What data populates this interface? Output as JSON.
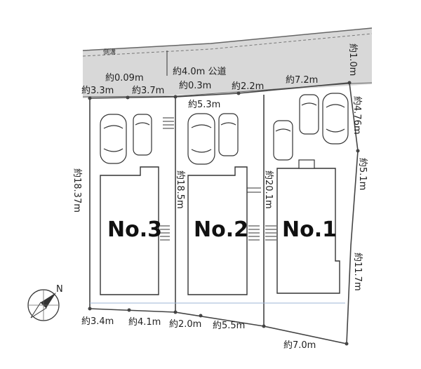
{
  "road": {
    "ditch_label": "側溝",
    "road_label": "約4.0m 公道"
  },
  "dimensions": {
    "top": [
      "約0.09m",
      "約3.3m",
      "約3.7m",
      "約0.3m",
      "約2.2m",
      "約7.2m",
      "約1.0m",
      "約5.3m"
    ],
    "sides": [
      "約18.37m",
      "約18.5m",
      "約20.1m",
      "約4.76m",
      "約5.1m",
      "約11.7m"
    ],
    "bottom": [
      "約3.4m",
      "約4.1m",
      "約2.0m",
      "約5.5m",
      "約7.0m"
    ]
  },
  "lots": [
    {
      "label": "No.3"
    },
    {
      "label": "No.2"
    },
    {
      "label": "No.1"
    }
  ],
  "compass": {
    "north_label": "N"
  },
  "colors": {
    "road_fill": "#d4d4d4",
    "boundary_line": "#555555",
    "light_line": "#8aa6c9"
  }
}
